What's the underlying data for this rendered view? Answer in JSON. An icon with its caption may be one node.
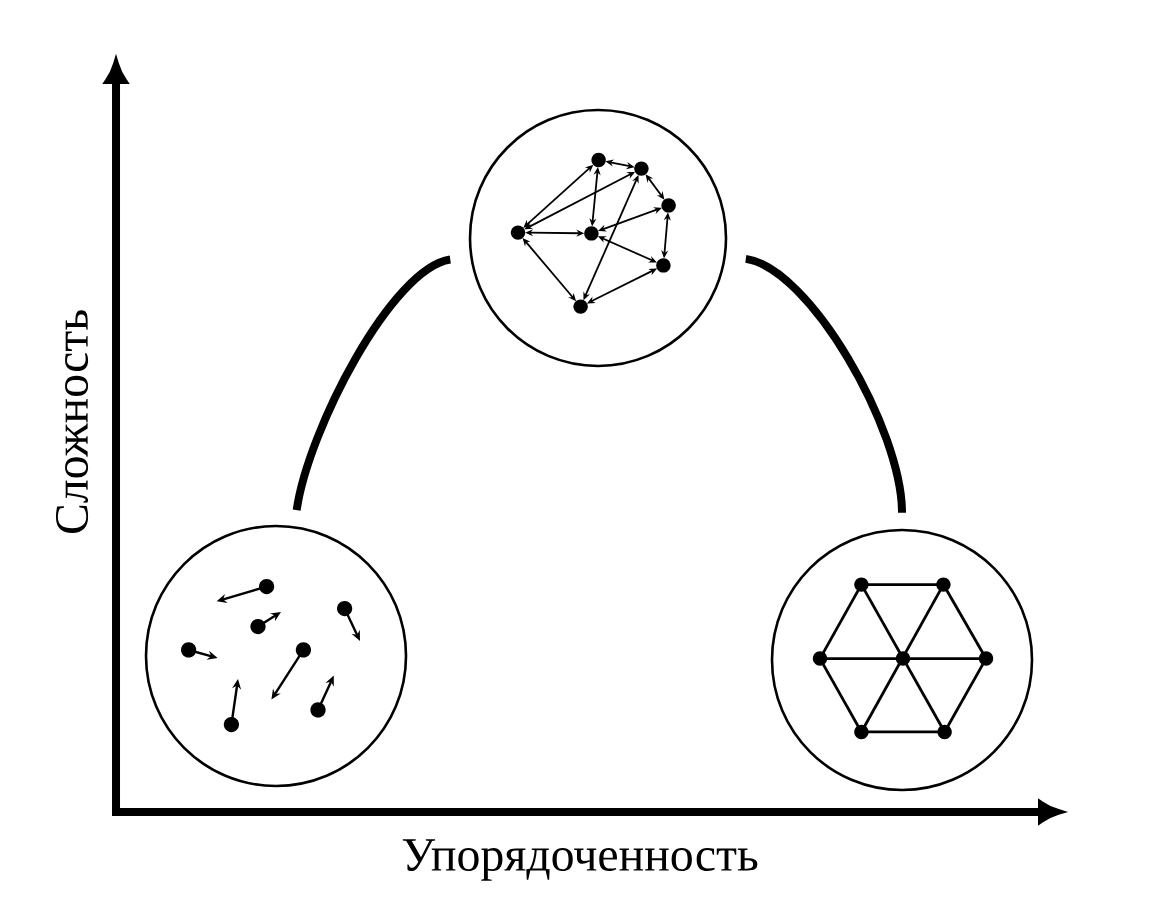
{
  "diagram": {
    "nodes": [
      {
        "text": [],
        "shape": "circle"
      },
      {
        "text": [],
        "shape": "circle"
      },
      {
        "text": [],
        "shape": "circle"
      }
    ],
    "edges": [
      {
        "from": 0,
        "to": 1,
        "arrow": "none"
      },
      {
        "from": 1,
        "to": 2,
        "arrow": "none"
      }
    ],
    "labels": [
      "Сложность",
      "Упорядоченность"
    ]
  }
}
